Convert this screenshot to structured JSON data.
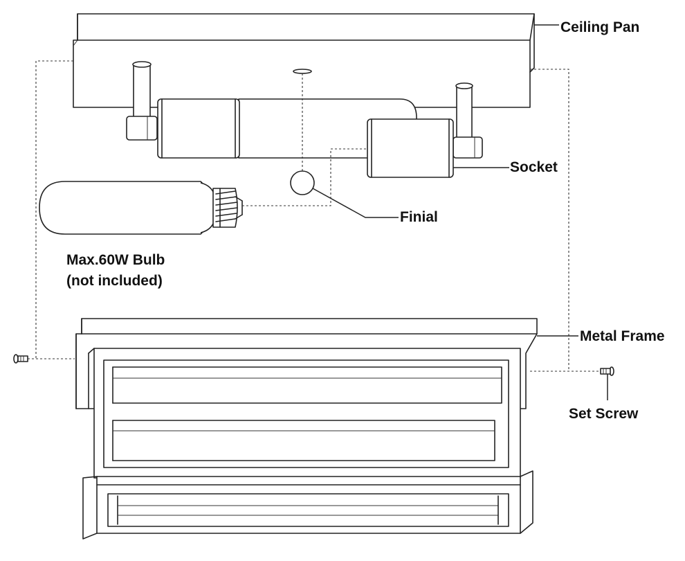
{
  "labels": {
    "ceiling_pan": "Ceiling Pan",
    "socket": "Socket",
    "finial": "Finial",
    "bulb_line1": "Max.60W Bulb",
    "bulb_line2": "(not included)",
    "metal_frame": "Metal Frame",
    "set_screw": "Set Screw"
  },
  "icons": [
    "ceiling-pan",
    "socket",
    "bulb",
    "finial",
    "metal-frame",
    "set-screw"
  ],
  "colors": {
    "stroke": "#222222",
    "background": "#ffffff"
  }
}
